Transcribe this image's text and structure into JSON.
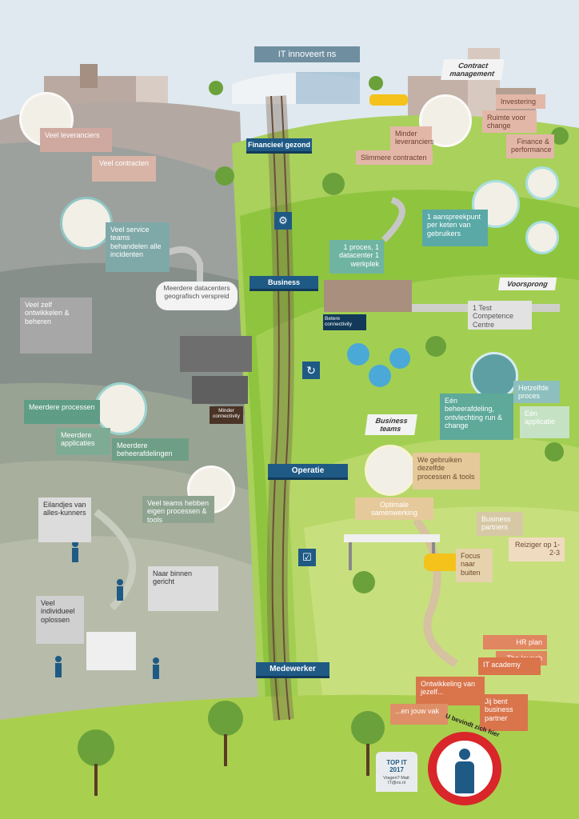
{
  "top_banner": "IT innoveert ns",
  "signs": {
    "financieel": "Financieel gezond",
    "business": "Business",
    "operatie": "Operatie",
    "medewerker": "Medewerker"
  },
  "left": {
    "leveranciers": "Veel leveranciers",
    "contracten": "Veel contracten",
    "service_teams": "Veel service teams behandelen alle incidenten",
    "datacenters": "Meerdere datacenters geografisch verspreid",
    "zelf_ontwikkelen": "Veel zelf ontwikkelen & beheren",
    "minder_connectivity": "Minder connectivity",
    "meerdere_processen": "Meerdere processen",
    "meerdere_applicaties": "Meerdere applicaties",
    "meerdere_beheerafdelingen": "Meerdere beheerafdelingen",
    "teams_eigen": "Veel teams hebben eigen processen & tools",
    "eilandjes": "Eilandjes van alles-kunners",
    "naar_binnen": "Naar binnen gericht",
    "individueel": "Veel individueel oplossen"
  },
  "right": {
    "contract_management": "Contract management",
    "investering": "Investering",
    "ruimte": "Ruimte voor change",
    "minder_leveranciers": "Minder leveranciers",
    "finance": "Finance & performance",
    "slimmere": "Slimmere contracten",
    "aanspreekpunt": "1 aanspreekpunt per keten van gebruikers",
    "een_proces": "1 proces, 1 datacenter 1 werkplek",
    "betere_connectivity": "Betere connectivity",
    "voorsprong": "Voorsprong",
    "test_centre": "1 Test Competence Centre",
    "hetzelfde_proces": "Hetzelfde proces",
    "een_beheer": "Eén beheerafdeling, ontvlechting run & change",
    "een_applicatie": "Eén applicatie",
    "business_teams": "Business teams",
    "zelfde_processen": "We gebruiken dezelfde processen & tools",
    "samenwerking": "Optimale samenwerking",
    "business_partners": "Business partners",
    "focus_buiten": "Focus naar buiten",
    "reiziger": "Reiziger op 1-2-3",
    "hr_plan": "HR plan",
    "the_launch": "The launch",
    "it_academy": "IT academy",
    "ontwikkeling": "Ontwikkeling van jezelf...",
    "jouw_vak": "...en jouw vak",
    "business_partner": "Jij bent business partner"
  },
  "bottom": {
    "u_bevindt": "U bevindt zich hier",
    "top_it": "TOP IT 2017",
    "vragen": "Vragen? Mail: IT@ns.nl"
  },
  "colors": {
    "sky": "#dfe9ef",
    "left_dark": "#8d9691",
    "left_mid": "#a3ab98",
    "right_green": "#9fce4d",
    "right_light": "#c3dd72",
    "sign_blue": "#1f5a85",
    "teal_box": "#5aa9a7"
  }
}
